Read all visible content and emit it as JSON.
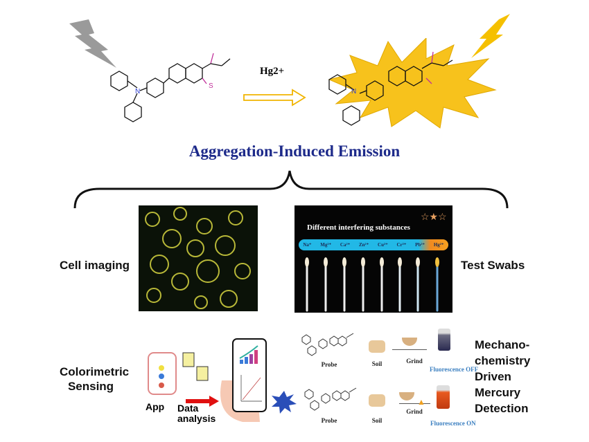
{
  "reaction": {
    "reagent": "Hg2+",
    "heteroatom_left": "N",
    "thione": "S",
    "heteroatom_right": "N"
  },
  "title": "Aggregation-Induced Emission",
  "applications": {
    "cell_imaging": "Cell imaging",
    "test_swabs": "Test Swabs",
    "swab_panel": {
      "heading": "Different interfering substances",
      "ions": [
        "Na⁺",
        "Mg²⁺",
        "Ca²⁺",
        "Zn²⁺",
        "Cu²⁺",
        "Cr³⁺",
        "Pb²⁺",
        "Hg²⁺"
      ]
    },
    "colorimetric": [
      "Colorimetric",
      "Sensing"
    ],
    "app_label": "App",
    "data_analysis": [
      "Data",
      "analysis"
    ],
    "mechano": [
      "Mechano-",
      "chemistry",
      "Driven",
      "Mercury",
      "Detection"
    ],
    "mechano_rows": [
      {
        "probe": "Probe",
        "soil": "Soil",
        "grind": "Grind",
        "result": "Fluorescence OFF"
      },
      {
        "probe": "Probe",
        "soil": "Soil",
        "grind": "Grind",
        "result": "Fluorescence ON"
      }
    ]
  },
  "colors": {
    "title": "#1d2a8a",
    "burst": "#f7c21c",
    "arrow": "#f0b400",
    "swab_on": "#f0a020"
  }
}
